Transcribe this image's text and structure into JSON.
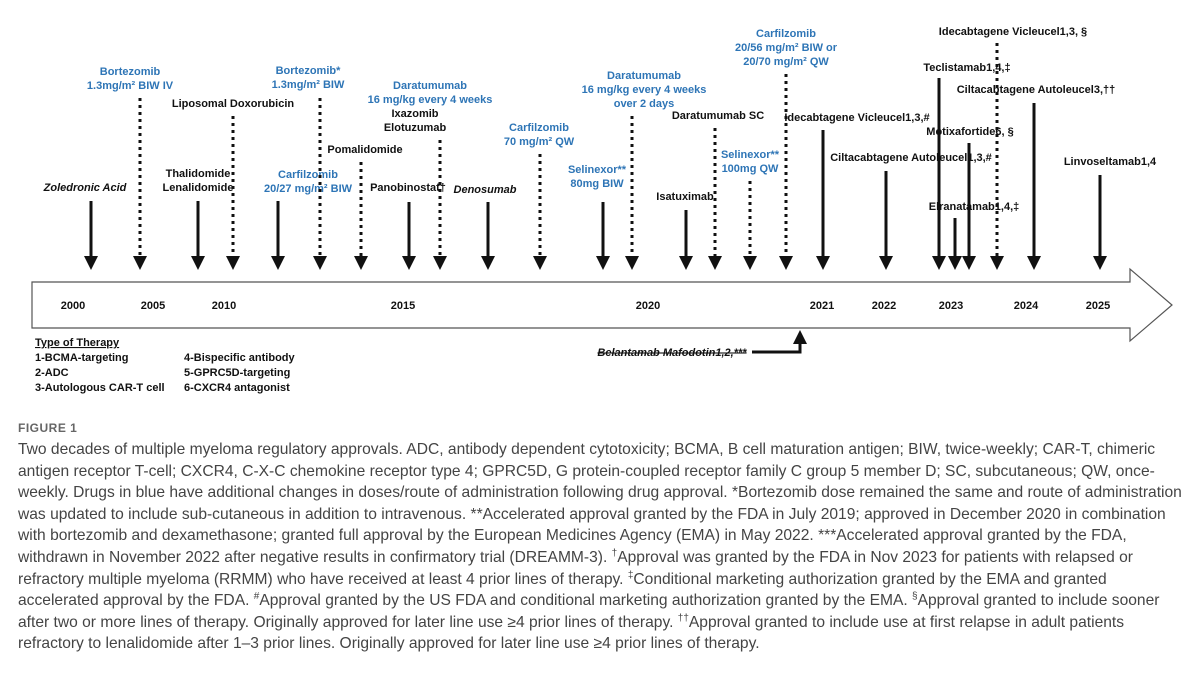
{
  "figure": {
    "label": "FIGURE 1",
    "caption": [
      {
        "t": "Two decades of multiple myeloma regulatory approvals. ADC, antibody dependent cytotoxicity; BCMA, B cell maturation antigen; BIW, twice-weekly; CAR-T, chimeric antigen receptor T-cell; CXCR4, C-X-C chemokine receptor type 4; GPRC5D, G protein-coupled receptor family C group 5 member D; SC, subcutaneous; QW, once-weekly. Drugs in blue have additional changes in doses/route of administration following drug approval. *Bortezomib dose remained the same and route of administration was updated to include sub-cutaneous in addition to intravenous. **Accelerated approval granted by the FDA in July 2019; approved in December 2020 in combination with bortezomib and dexamethasone; granted full approval by the European Medicines Agency (EMA) in May 2022. ***Accelerated approval granted by the FDA, withdrawn in November 2022 after negative results in confirmatory trial (DREAMM-3). "
      },
      {
        "t": "†",
        "sup": true
      },
      {
        "t": "Approval was granted by the FDA in Nov 2023 for patients with relapsed or refractory multiple myeloma (RRMM) who have received at least 4 prior lines of therapy. "
      },
      {
        "t": "‡",
        "sup": true
      },
      {
        "t": "Conditional marketing authorization granted by the EMA and granted accelerated approval by the FDA. "
      },
      {
        "t": "#",
        "sup": true
      },
      {
        "t": "Approval granted by the US FDA and conditional marketing authorization granted by the EMA. "
      },
      {
        "t": "§",
        "sup": true
      },
      {
        "t": "Approval granted to include sooner after two or more lines of therapy. Originally approved for later line use ≥4 prior lines of therapy. "
      },
      {
        "t": "††",
        "sup": true
      },
      {
        "t": "Approval granted to include use at first relapse in adult patients refractory to lenalidomide after 1–3 prior lines. Originally approved for later line use ≥4 prior lines of therapy."
      }
    ]
  },
  "legend": {
    "title": "Type of Therapy",
    "items": [
      "1-BCMA-targeting",
      "2-ADC",
      "3-Autologous CAR-T cell",
      "4-Bispecific antibody",
      "5-GPRC5D-targeting",
      "6-CXCR4 antagonist"
    ]
  },
  "years": [
    "2000",
    "2005",
    "2010",
    "2015",
    "2020",
    "2021",
    "2022",
    "2023",
    "2024",
    "2025"
  ],
  "approvals": [
    {
      "lines": [
        "Zoledronic Acid"
      ],
      "style": "italic",
      "arrow": "solid"
    },
    {
      "lines": [
        "Bortezomib",
        "1.3mg/m² BIW IV"
      ],
      "style": "blue",
      "arrow": "dotted"
    },
    {
      "lines": [
        "Thalidomide",
        "Lenalidomide"
      ],
      "style": "black",
      "arrow": "solid"
    },
    {
      "lines": [
        "Liposomal Doxorubicin"
      ],
      "style": "black",
      "arrow": "dotted"
    },
    {
      "lines": [
        "Carfilzomib",
        "20/27 mg/m² BIW"
      ],
      "style": "blue",
      "arrow": "solid"
    },
    {
      "lines": [
        "Bortezomib*",
        "1.3mg/m² BIW"
      ],
      "style": "blue",
      "arrow": "dotted"
    },
    {
      "lines": [
        "Pomalidomide"
      ],
      "style": "black",
      "arrow": "dotted"
    },
    {
      "lines": [
        "Panobinostat†"
      ],
      "style": "black",
      "arrow": "solid"
    },
    {
      "lines": [
        "Daratumumab",
        "16 mg/kg every 4 weeks"
      ],
      "style": "blue",
      "arrow": "none"
    },
    {
      "lines": [
        "Ixazomib",
        "Elotuzumab"
      ],
      "style": "black",
      "arrow": "dotted"
    },
    {
      "lines": [
        "Denosumab"
      ],
      "style": "italic",
      "arrow": "solid"
    },
    {
      "lines": [
        "Carfilzomib",
        "70 mg/m² QW"
      ],
      "style": "blue",
      "arrow": "dotted"
    },
    {
      "lines": [
        "Selinexor**",
        "80mg BIW"
      ],
      "style": "blue",
      "arrow": "solid"
    },
    {
      "lines": [
        "Daratumumab",
        "16 mg/kg every 4 weeks",
        "over 2 days"
      ],
      "style": "blue",
      "arrow": "dotted"
    },
    {
      "lines": [
        "Isatuximab"
      ],
      "style": "black",
      "arrow": "solid"
    },
    {
      "lines": [
        "Daratumumab SC"
      ],
      "style": "black",
      "arrow": "dotted"
    },
    {
      "lines": [
        "Selinexor**",
        "100mg QW"
      ],
      "style": "blue",
      "arrow": "dotted"
    },
    {
      "lines": [
        "Carfilzomib",
        "20/56 mg/m² BIW or",
        "20/70 mg/m² QW"
      ],
      "style": "blue",
      "arrow": "dotted"
    },
    {
      "lines": [
        "Idecabtagene Vicleucel1,3,#"
      ],
      "style": "black",
      "arrow": "solid"
    },
    {
      "lines": [
        "Ciltacabtagene Autoleucel1,3,#"
      ],
      "style": "black",
      "arrow": "solid"
    },
    {
      "lines": [
        "Teclistamab1,4,‡"
      ],
      "style": "black",
      "arrow": "solid"
    },
    {
      "lines": [
        "Elranatamab1,4,‡"
      ],
      "style": "black",
      "arrow": "solid"
    },
    {
      "lines": [
        "Motixafortide6, §"
      ],
      "style": "black",
      "arrow": "solid"
    },
    {
      "lines": [
        "Idecabtagene Vicleucel1,3, §"
      ],
      "style": "black",
      "arrow": "dotted"
    },
    {
      "lines": [
        "Ciltacabtagene Autoleucel3,††"
      ],
      "style": "black",
      "arrow": "solid"
    },
    {
      "lines": [
        "Linvoseltamab1,4"
      ],
      "style": "black",
      "arrow": "solid"
    },
    {
      "lines": [
        "Belantamab Mafodotin1,2,***"
      ],
      "style": "strike",
      "arrow": "elbow"
    }
  ]
}
